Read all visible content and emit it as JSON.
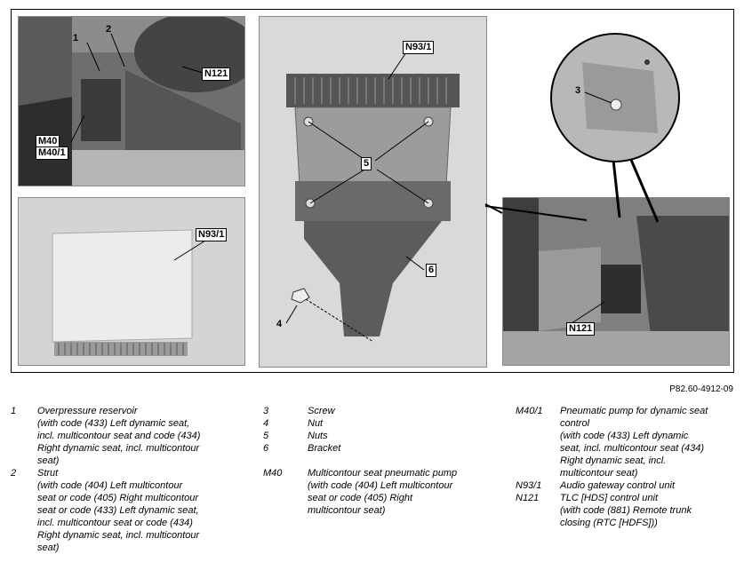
{
  "figure_ref": "P82.60-4912-09",
  "callouts": {
    "c1": "1",
    "c2": "2",
    "n121_top": "N121",
    "m40": "M40",
    "m401": "M40/1",
    "n931_center": "N93/1",
    "n931_left": "N93/1",
    "c3": "3",
    "c4": "4",
    "c5": "5",
    "c6": "6",
    "n121_right": "N121"
  },
  "legend": {
    "col1": [
      {
        "num": "1",
        "lines": [
          "Overpressure reservoir",
          "(with code (433) Left dynamic seat,",
          "incl. multicontour seat and code (434)",
          "Right dynamic seat, incl. multicontour",
          "seat)"
        ]
      },
      {
        "num": "2",
        "lines": [
          "Strut",
          "(with code (404) Left multicontour",
          "seat or code (405) Right multicontour",
          "seat or code (433) Left dynamic seat,",
          "incl. multicontour seat or code (434)",
          "Right dynamic seat, incl. multicontour",
          "seat)"
        ]
      }
    ],
    "col2": [
      {
        "num": "3",
        "lines": [
          "Screw"
        ]
      },
      {
        "num": "4",
        "lines": [
          "Nut"
        ]
      },
      {
        "num": "5",
        "lines": [
          "Nuts"
        ]
      },
      {
        "num": "6",
        "lines": [
          "Bracket"
        ]
      },
      {
        "num": "M40",
        "lines": [
          "Multicontour seat pneumatic pump",
          "(with code (404) Left multicontour",
          "seat or code (405) Right",
          "multicontour seat)"
        ]
      }
    ],
    "col3": [
      {
        "num": "M40/1",
        "lines": [
          "Pneumatic pump for dynamic seat",
          "control",
          "(with code (433) Left dynamic",
          "seat, incl. multicontour seat (434)",
          "Right dynamic seat, incl.",
          "multicontour seat)"
        ]
      },
      {
        "num": "N93/1",
        "lines": [
          "Audio gateway control unit"
        ]
      },
      {
        "num": "N121",
        "lines": [
          "TLC [HDS] control unit",
          "(with code (881) Remote trunk",
          "closing (RTC [HDFS]))"
        ]
      }
    ]
  }
}
